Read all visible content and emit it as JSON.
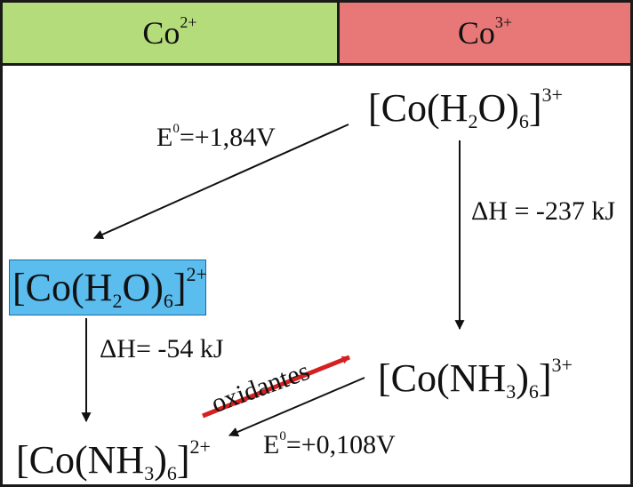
{
  "colors": {
    "co2_header": "#b5dc7a",
    "co3_header": "#e87878",
    "co2_box": "#5bbcee",
    "oxidant_arrow": "#d42020",
    "arrow_black": "#111111"
  },
  "headers": {
    "co2": {
      "base": "Co",
      "charge": "2+"
    },
    "co3": {
      "base": "Co",
      "charge": "3+"
    }
  },
  "species": {
    "co_h2o_3": {
      "open": "[Co(H",
      "h_sub": "2",
      "mid": "O)",
      "n_sub": "6",
      "close": "]",
      "charge": "3+"
    },
    "co_h2o_2": {
      "open": "[Co(H",
      "h_sub": "2",
      "mid": "O)",
      "n_sub": "6",
      "close": "]",
      "charge": "2+"
    },
    "co_nh3_3": {
      "open": "[Co(NH",
      "h_sub": "3",
      "mid": ")",
      "n_sub": "6",
      "close": "]",
      "charge": "3+"
    },
    "co_nh3_2": {
      "open": "[Co(NH",
      "h_sub": "3",
      "mid": ")",
      "n_sub": "6",
      "close": "]",
      "charge": "2+"
    }
  },
  "labels": {
    "e0_water": {
      "e": "E",
      "sup": "0",
      "value": "=+1,84V"
    },
    "e0_ammonia": {
      "e": "E",
      "sup": "0",
      "value": "=+0,108V"
    },
    "dh_co3": {
      "symbol": "ΔH",
      "value": " = -237 kJ"
    },
    "dh_co2": {
      "symbol": "ΔH",
      "value": "= -54 kJ"
    },
    "oxidantes": "oxidantes"
  }
}
